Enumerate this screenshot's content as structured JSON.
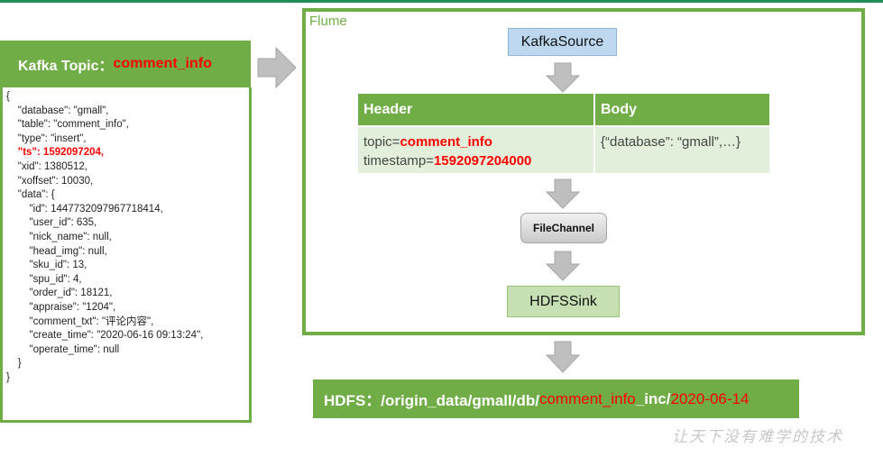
{
  "kafka": {
    "header_prefix": "Kafka Topic：",
    "topic": "comment_info",
    "json_lines": [
      {
        "text": "{",
        "highlight": false
      },
      {
        "text": "    \"database\": \"gmall\",",
        "highlight": false
      },
      {
        "text": "    \"table\": \"comment_info\",",
        "highlight": false
      },
      {
        "text": "    \"type\": \"insert\",",
        "highlight": false
      },
      {
        "text": "    \"ts\": 1592097204,",
        "highlight": true
      },
      {
        "text": "    \"xid\": 1380512,",
        "highlight": false
      },
      {
        "text": "    \"xoffset\": 10030,",
        "highlight": false
      },
      {
        "text": "    \"data\": {",
        "highlight": false
      },
      {
        "text": "        \"id\": 1447732097967718414,",
        "highlight": false
      },
      {
        "text": "        \"user_id\": 635,",
        "highlight": false
      },
      {
        "text": "        \"nick_name\": null,",
        "highlight": false
      },
      {
        "text": "        \"head_img\": null,",
        "highlight": false
      },
      {
        "text": "        \"sku_id\": 13,",
        "highlight": false
      },
      {
        "text": "        \"spu_id\": 4,",
        "highlight": false
      },
      {
        "text": "        \"order_id\": 18121,",
        "highlight": false
      },
      {
        "text": "        \"appraise\": \"1204\",",
        "highlight": false
      },
      {
        "text": "        \"comment_txt\": \"评论内容\",",
        "highlight": false
      },
      {
        "text": "        \"create_time\": \"2020-06-16 09:13:24\",",
        "highlight": false
      },
      {
        "text": "        \"operate_time\": null",
        "highlight": false
      },
      {
        "text": "    }",
        "highlight": false
      },
      {
        "text": "}",
        "highlight": false
      }
    ]
  },
  "flume": {
    "label": "Flume",
    "source": "KafkaSource",
    "table": {
      "header_label": "Header",
      "body_label": "Body",
      "topic_key": "topic=",
      "topic_value": "comment_info",
      "timestamp_key": "timestamp=",
      "timestamp_value": "1592097204000",
      "body_value": "{“database”: “gmall”,…}"
    },
    "channel": "FileChannel",
    "sink": "HDFSSink"
  },
  "hdfs": {
    "prefix": "HDFS：/origin_data/gmall/db/",
    "table_part": "comment_info",
    "suffix": "_inc/",
    "date": "2020-06-14"
  },
  "watermark": "让天下没有难学的技术",
  "colors": {
    "green": "#70ad47",
    "light_green": "#e2efda",
    "highlight_red": "#ff0000",
    "source_blue": "#bdd7ee",
    "arrow_gray": "#bfbfbf"
  }
}
